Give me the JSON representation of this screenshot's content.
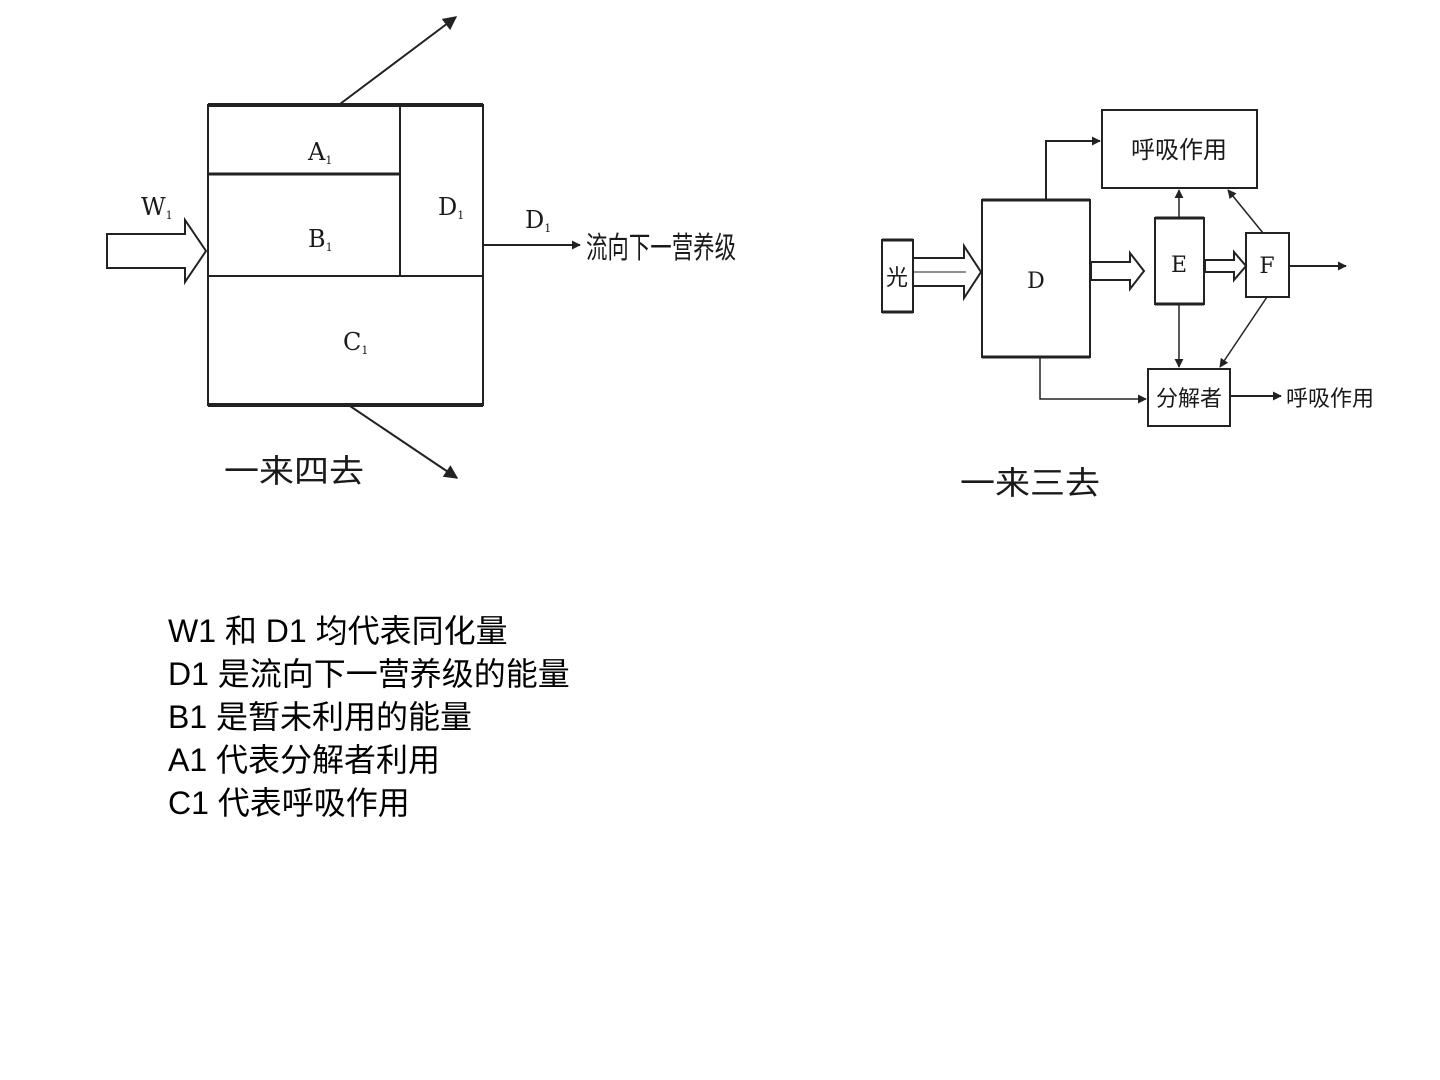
{
  "diagram_left": {
    "input_label": "W",
    "input_sub": "1",
    "box_a": "A",
    "box_a_sub": "1",
    "box_b": "B",
    "box_b_sub": "1",
    "box_c": "C",
    "box_c_sub": "1",
    "box_d": "D",
    "box_d_sub": "1",
    "out_label": "D",
    "out_sub": "1",
    "out_text": "流向下一营养级",
    "caption": "一来四去"
  },
  "diagram_right": {
    "light": "光",
    "node_d": "D",
    "node_e": "E",
    "node_f": "F",
    "respiration_top": "呼吸作用",
    "decomposer": "分解者",
    "respiration_right": "呼吸作用",
    "caption": "一来三去"
  },
  "notes": [
    "W1 和   D1 均代表同化量",
    "D1 是流向下一营养级的能量",
    "B1 是暂未利用的能量",
    "A1 代表分解者利用",
    "C1 代表呼吸作用"
  ]
}
